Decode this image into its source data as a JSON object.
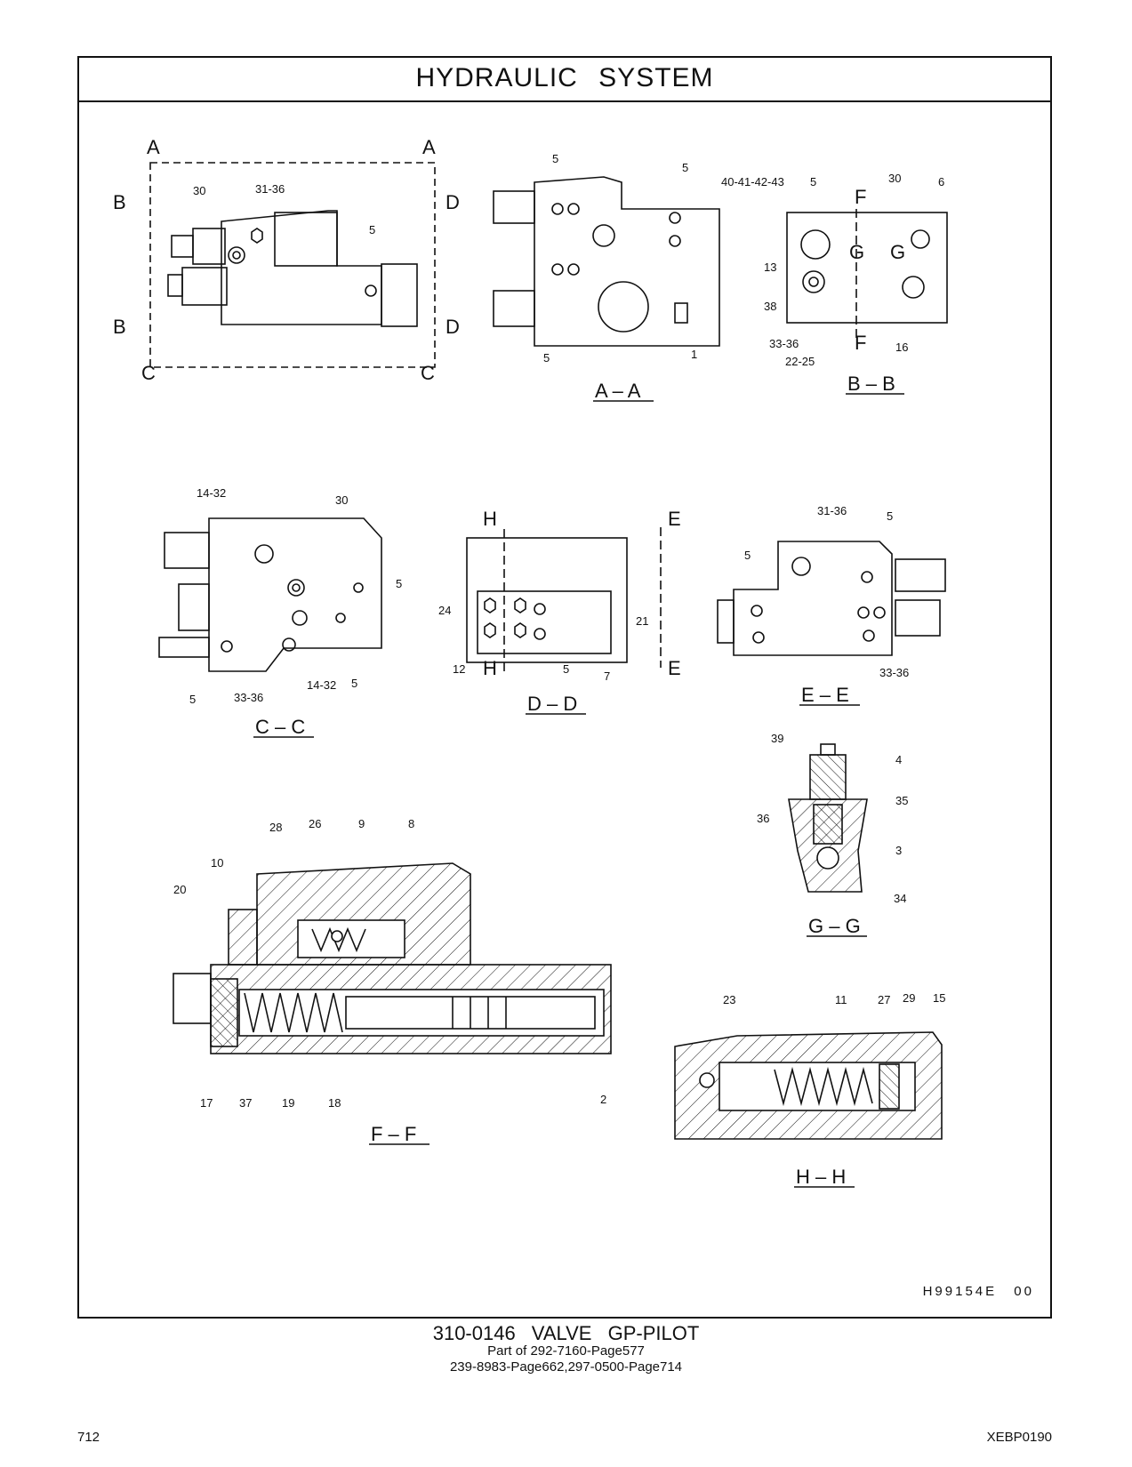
{
  "header": {
    "title": "HYDRAULIC   SYSTEM"
  },
  "views": {
    "aa": "A – A",
    "bb": "B – B",
    "cc": "C – C",
    "dd": "D – D",
    "ee": "E – E",
    "ff": "F – F",
    "gg": "G – G",
    "hh": "H – H"
  },
  "section_marks": {
    "a": "A",
    "b": "B",
    "c": "C",
    "d": "D",
    "e": "E",
    "f": "F",
    "g": "G",
    "h": "H"
  },
  "callouts": {
    "main": [
      "30",
      "31-36",
      "5"
    ],
    "aa": [
      "5",
      "5",
      "5",
      "1"
    ],
    "bb": [
      "40-41-42-43",
      "5",
      "30",
      "6",
      "13",
      "38",
      "33-36",
      "22-25",
      "16"
    ],
    "cc": [
      "14-32",
      "30",
      "5",
      "5",
      "33-36",
      "14-32",
      "5"
    ],
    "dd": [
      "24",
      "21",
      "12",
      "5",
      "7"
    ],
    "ee": [
      "31-36",
      "5",
      "5",
      "33-36"
    ],
    "gg": [
      "39",
      "4",
      "35",
      "36",
      "3",
      "34"
    ],
    "ff": [
      "28",
      "26",
      "9",
      "8",
      "10",
      "20",
      "17",
      "37",
      "19",
      "18",
      "2"
    ],
    "hh": [
      "23",
      "11",
      "27",
      "29",
      "15"
    ]
  },
  "drawing_code": "H99154E   00",
  "caption": {
    "title": "310-0146   VALVE  GP-PILOT",
    "line2": "Part of 292-7160-Page577",
    "line3": "239-8983-Page662,297-0500-Page714"
  },
  "footer": {
    "page_number": "712",
    "doc_code": "XEBP0190"
  }
}
